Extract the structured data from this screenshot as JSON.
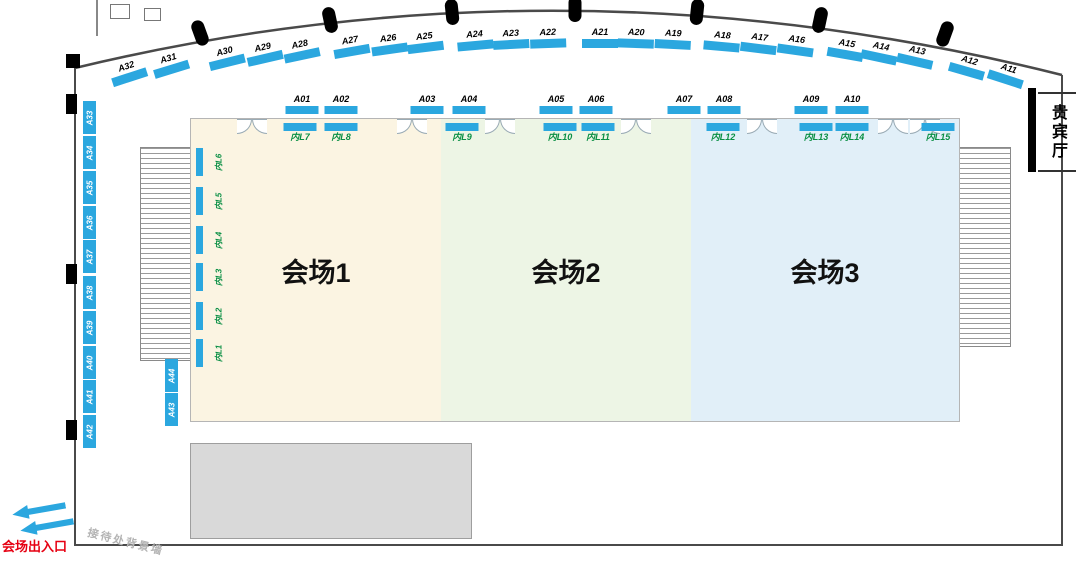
{
  "halls": [
    {
      "label": "会场1"
    },
    {
      "label": "会场2"
    },
    {
      "label": "会场3"
    }
  ],
  "vip_label": "贵宾厅",
  "entrance_label": "会场出入口",
  "reception_wall_label": "接待处背景墙",
  "arc_booths": [
    "A32",
    "A31",
    "A30",
    "A29",
    "A28",
    "A27",
    "A26",
    "A25",
    "A24",
    "A23",
    "A22",
    "A21",
    "A20",
    "A19",
    "A18",
    "A17",
    "A16",
    "A15",
    "A14",
    "A13",
    "A12",
    "A11"
  ],
  "left_wall_booths": [
    "A33",
    "A34",
    "A35",
    "A36",
    "A37",
    "A38",
    "A39",
    "A40",
    "A41",
    "A42"
  ],
  "corner_booths": [
    "A44",
    "A43"
  ],
  "top_row_booths": [
    "A01",
    "A02",
    "A03",
    "A04",
    "A05",
    "A06",
    "A07",
    "A08",
    "A09",
    "A10"
  ],
  "inner_top_booths": [
    "内L7",
    "内L8",
    "内L9",
    "内L10",
    "内L11",
    "内L12",
    "内L13",
    "内L14",
    "内L15"
  ],
  "inner_left_booths": [
    "内L6",
    "内L5",
    "内L4",
    "内L3",
    "内L2",
    "内L1"
  ],
  "colors": {
    "booth_blue": "#2BA7DF",
    "hall1_fill": "#FBF4E2",
    "hall2_fill": "#EDF5E5",
    "hall3_fill": "#E1EFF8",
    "entrance_red": "#E60012",
    "inner_label_green": "#0A8F44"
  }
}
